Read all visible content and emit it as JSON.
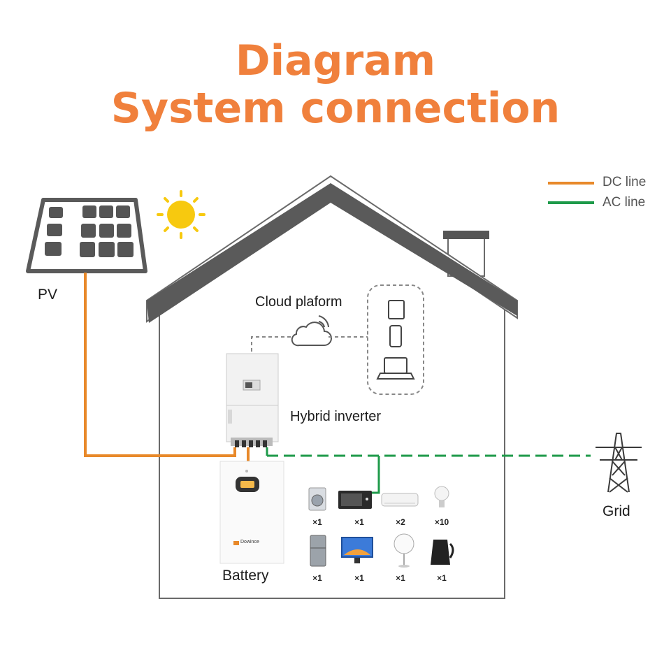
{
  "title": {
    "line1": "Diagram",
    "line2": "System connection"
  },
  "legend": {
    "dc": "DC line",
    "ac": "AC line"
  },
  "labels": {
    "pv": "PV",
    "cloud": "Cloud plaform",
    "inverter": "Hybrid inverter",
    "grid": "Grid",
    "battery": "Battery",
    "brand": "Dowince"
  },
  "appliances": [
    {
      "icon": "washing-machine-icon",
      "qty": "×1"
    },
    {
      "icon": "microwave-icon",
      "qty": "×1"
    },
    {
      "icon": "air-conditioner-icon",
      "qty": "×2"
    },
    {
      "icon": "light-bulb-icon",
      "qty": "×10"
    },
    {
      "icon": "refrigerator-icon",
      "qty": "×1"
    },
    {
      "icon": "television-icon",
      "qty": "×1"
    },
    {
      "icon": "fan-icon",
      "qty": "×1"
    },
    {
      "icon": "kettle-icon",
      "qty": "×1"
    }
  ],
  "colors": {
    "dc_line": "#e8892a",
    "ac_line": "#1e9a4a",
    "title": "#f0803c",
    "roof": "#5a5a5a"
  }
}
